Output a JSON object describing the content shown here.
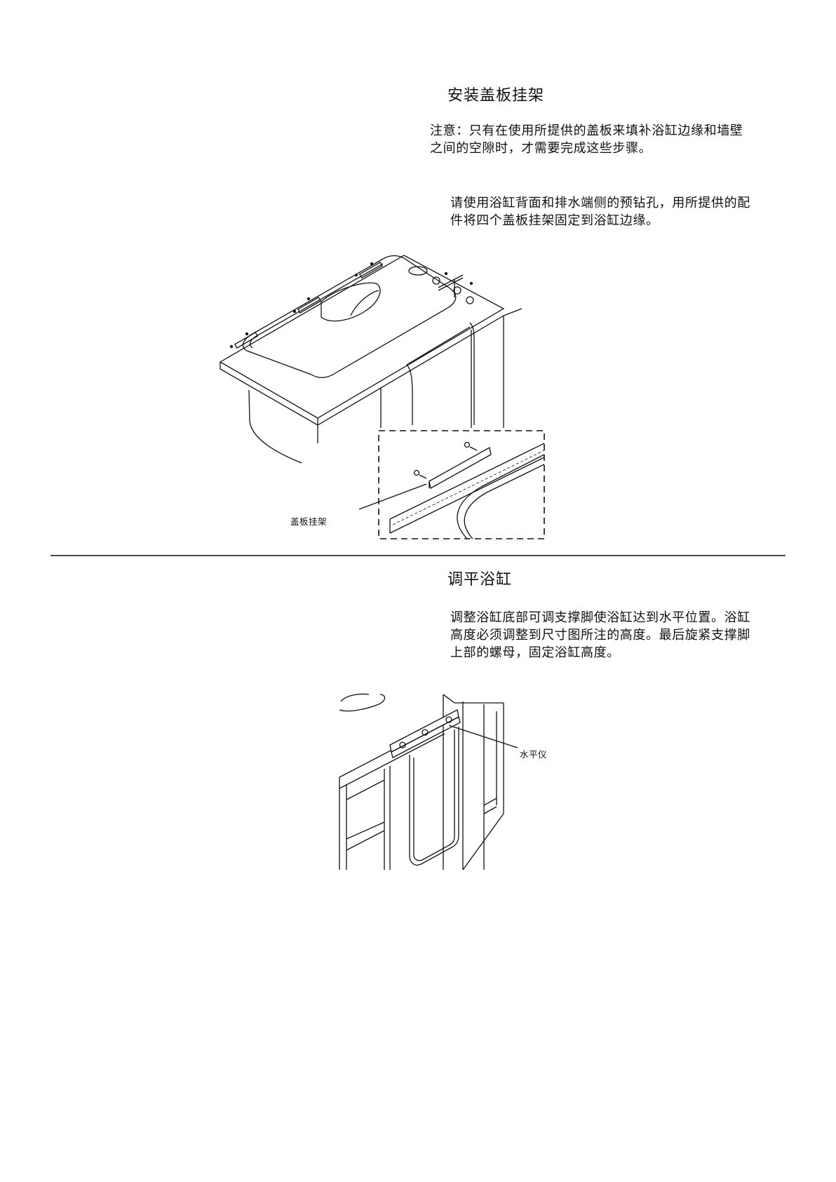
{
  "section1": {
    "title": "安装盖板挂架",
    "note_lines": [
      "注意：只有在使用所提供的盖板来填补浴缸边缘和墙壁",
      "之间的空隙时，才需要完成这些步骤。"
    ],
    "instruction_lines": [
      "请使用浴缸背面和排水端侧的预钻孔，用所提供的配",
      "件将四个盖板挂架固定到浴缸边缘。"
    ],
    "figure_callout": "盖板挂架"
  },
  "section2": {
    "title": "调平浴缸",
    "instruction_lines": [
      "调整浴缸底部可调支撑脚使浴缸达到水平位置。浴缸",
      "高度必须调整到尺寸图所注的高度。最后旋紧支撑脚",
      "上部的螺母，固定浴缸高度。"
    ],
    "figure_callout": "水平仪"
  }
}
